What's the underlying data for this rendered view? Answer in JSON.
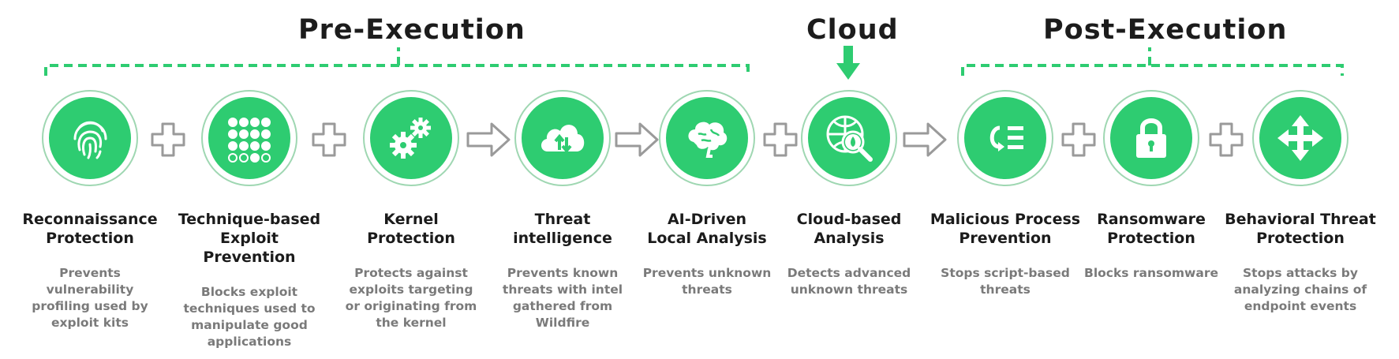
{
  "phases": {
    "pre": "Pre-Execution",
    "cloud": "Cloud",
    "post": "Post-Execution"
  },
  "colors": {
    "accent": "#2ecc71",
    "ring": "#9fd7b2",
    "connector": "#9a9a9a",
    "desc": "#7a7a7a"
  },
  "steps": [
    {
      "icon": "fingerprint-icon",
      "title_line1": "Reconnaissance",
      "title_line2": "Protection",
      "desc": "Prevents vulnerability profiling used by exploit kits"
    },
    {
      "icon": "dot-grid-icon",
      "title_line1": "Technique-based",
      "title_line2": "Exploit Prevention",
      "desc": "Blocks exploit techniques used to manipulate good applications"
    },
    {
      "icon": "gears-icon",
      "title_line1": "Kernel",
      "title_line2": "Protection",
      "desc": "Protects against exploits targeting or originating from the kernel"
    },
    {
      "icon": "cloud-sync-icon",
      "title_line1": "Threat",
      "title_line2": "intelligence",
      "desc": "Prevents known threats with intel gathered from Wildfire"
    },
    {
      "icon": "brain-icon",
      "title_line1": "AI-Driven",
      "title_line2": "Local Analysis",
      "desc": "Prevents unknown threats"
    },
    {
      "icon": "globe-search-icon",
      "title_line1": "Cloud-based",
      "title_line2": "Analysis",
      "desc": "Detects advanced unknown threats"
    },
    {
      "icon": "process-list-icon",
      "title_line1": "Malicious Process",
      "title_line2": "Prevention",
      "desc": "Stops script-based threats"
    },
    {
      "icon": "padlock-icon",
      "title_line1": "Ransomware",
      "title_line2": "Protection",
      "desc": "Blocks ransomware"
    },
    {
      "icon": "move-arrows-icon",
      "title_line1": "Behavioral Threat",
      "title_line2": "Protection",
      "desc": "Stops attacks by analyzing chains of endpoint events"
    }
  ],
  "connectors": [
    "plus",
    "plus",
    "arrow",
    "arrow",
    "plus",
    "arrow",
    "plus",
    "plus"
  ]
}
